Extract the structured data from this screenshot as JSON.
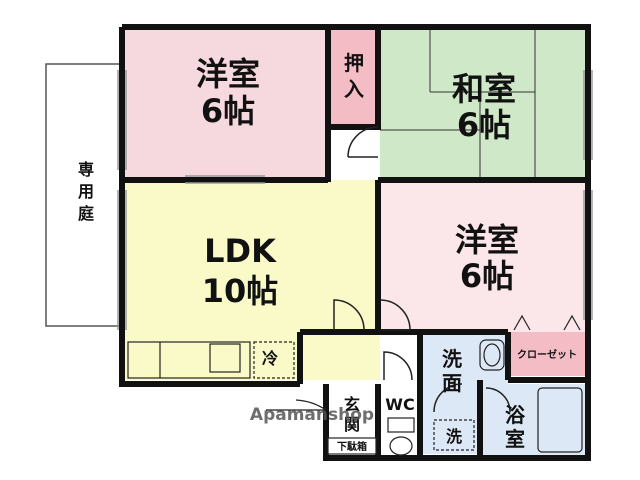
{
  "rooms": {
    "western_room_1": {
      "name": "洋室",
      "size": "6帖"
    },
    "japanese_room": {
      "name": "和室",
      "size": "6帖"
    },
    "western_room_2": {
      "name": "洋室",
      "size": "6帖"
    },
    "ldk": {
      "name": "LDK",
      "size": "10帖"
    },
    "oshiire": {
      "label": "押\n入"
    },
    "private_garden": {
      "label": "専\n用\n庭"
    },
    "closet": {
      "label": "クローゼット"
    },
    "washroom": {
      "label": "洗\n面"
    },
    "bath": {
      "label": "浴\n室"
    },
    "wc": {
      "label": "WC"
    },
    "entrance": {
      "label": "玄\n関"
    },
    "shoe_box": {
      "label": "下駄箱"
    },
    "fridge": {
      "label": "冷"
    },
    "washer": {
      "label": "洗"
    }
  },
  "watermark": {
    "brand": "Apamanshop"
  },
  "colors": {
    "western": "#f6d9df",
    "western2": "#fbe6ea",
    "japanese": "#cfe8c8",
    "ldk": "#fafac8",
    "oshiire": "#f4bcc4",
    "closet": "#f4bcc4",
    "wet": "#dde8f6",
    "walls": "#111111"
  }
}
